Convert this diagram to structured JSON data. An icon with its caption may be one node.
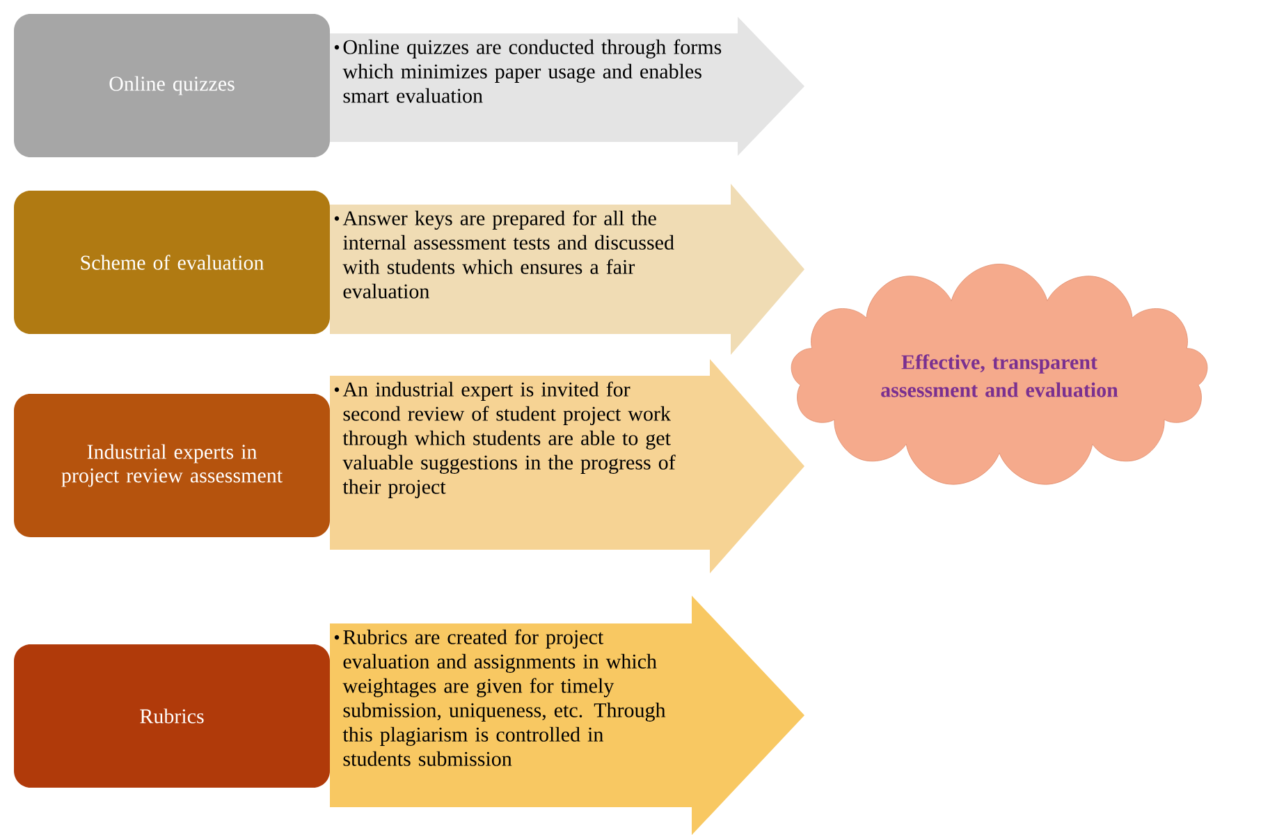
{
  "diagram": {
    "nodes": [
      {
        "text": [
          "Online quizzes"
        ]
      },
      {
        "text": [
          "Online quizzes are conducted through forms which minimizes paper usage and enables smart evaluation"
        ]
      },
      {
        "text": [
          "Scheme of evaluation"
        ]
      },
      {
        "text": [
          "Answer keys are prepared for all the internal assessment tests and discussed with students which ensures a fair evaluation"
        ]
      },
      {
        "text": [
          "Industrial experts in project review assessment"
        ]
      },
      {
        "text": [
          "An industrial expert is invited for second review of student project work through which students are able to get valuable suggestions in the progress of their project"
        ]
      },
      {
        "text": [
          "Rubrics"
        ]
      },
      {
        "text": [
          "Rubrics are created for project evaluation and assignments in which weightages are given for timely submission, uniqueness, etc. Through this plagiarism is controlled in students submission"
        ]
      },
      {
        "text": [
          "Effective, transparent assessment and evaluation"
        ]
      }
    ]
  }
}
